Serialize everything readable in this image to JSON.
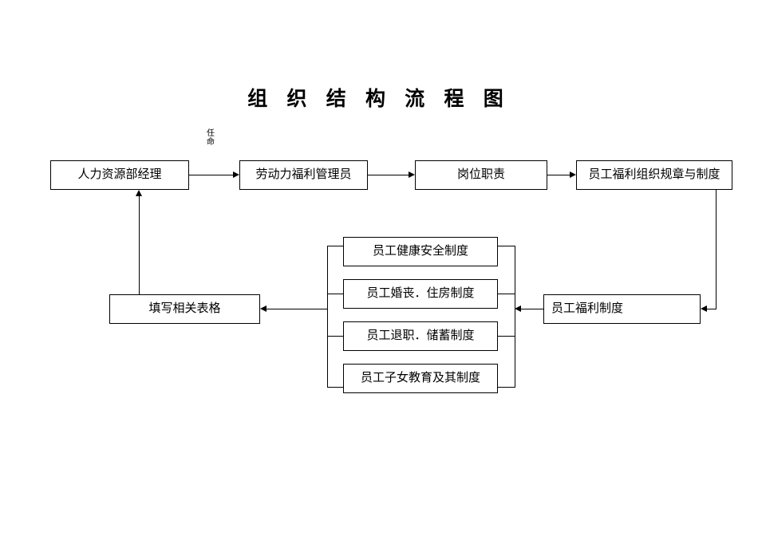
{
  "page": {
    "title": "组 织 结 构 流 程 图",
    "background_color": "#ffffff",
    "line_color": "#000000"
  },
  "labels": {
    "appointment": "任命"
  },
  "nodes": {
    "hr_manager": "人力资源部经理",
    "welfare_admin": "劳动力福利管理员",
    "job_duty": "岗位职责",
    "welfare_rules": "员工福利组织规章与制度",
    "fill_forms": "填写相关表格",
    "welfare_system": "员工福利制度",
    "policy_1": "员工健康安全制度",
    "policy_2": "员工婚丧．住房制度",
    "policy_3": "员工退职．储蓄制度",
    "policy_4": "员工子女教育及其制度"
  }
}
